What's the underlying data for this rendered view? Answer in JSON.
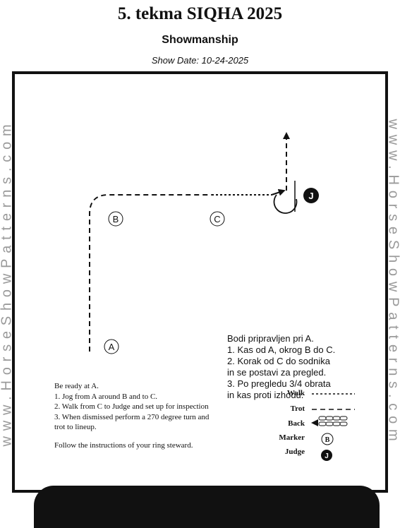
{
  "header": {
    "title": "5. tekma SIQHA 2025",
    "class_name": "Showmanship",
    "show_date": "Show Date: 10-24-2025"
  },
  "watermark": {
    "text": "www.HorseShowPatterns.com"
  },
  "markers": {
    "A": "A",
    "B": "B",
    "C": "C",
    "J": "J"
  },
  "instructions_sl": [
    "Bodi pripravljen pri A.",
    "1. Kas od A, okrog B do C.",
    "2. Korak od C do sodnika",
    "in se postavi za pregled.",
    "3. Po pregledu 3/4 obrata",
    "in kas proti izhodu."
  ],
  "instructions_en": [
    "Be ready at A.",
    "1. Jog from A around B and to C.",
    "2. Walk from C to Judge and set up for inspection",
    "3. When dismissed perform a 270 degree turn and",
    "trot to lineup.",
    "Follow the instructions of  your ring steward."
  ],
  "legend": {
    "walk": "Walk",
    "trot": "Trot",
    "back": "Back",
    "marker": "Marker",
    "judge": "Judge",
    "marker_sample": "B",
    "judge_sample": "J"
  }
}
